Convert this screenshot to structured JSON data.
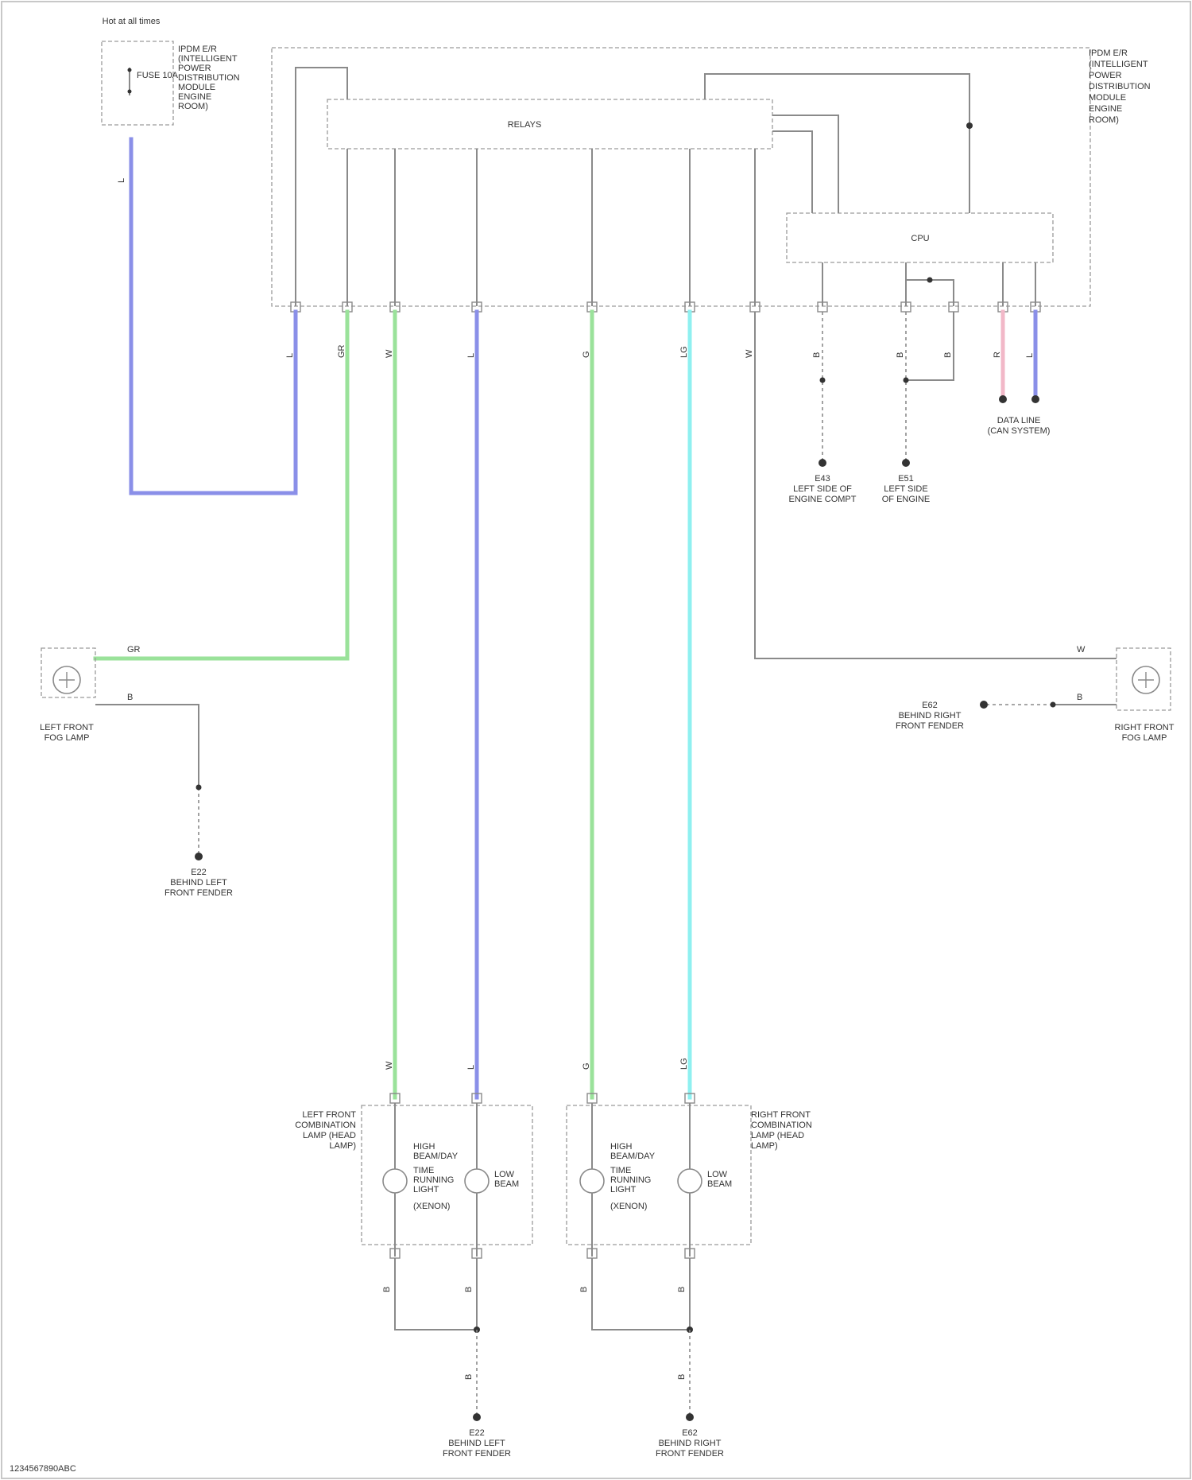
{
  "colors": {
    "border": "#c8c8c8",
    "wire_gray": "#8a8a8a",
    "wire_blue": "#8a8fe8",
    "wire_green": "#9ae29a",
    "wire_cyan": "#8ff0f0",
    "wire_pink": "#f2b8c8",
    "dash_box": "#9a9a9a",
    "text": "#333333"
  },
  "fuse_block": {
    "title": "Hot at all times",
    "side_text": [
      "IPDM E/R",
      "(INTELLIGENT",
      "POWER",
      "DISTRIBUTION",
      "MODULE",
      "ENGINE",
      "ROOM)"
    ],
    "fuse_label": "FUSE 10A",
    "wire_label": "L"
  },
  "ipdm": {
    "side_text": [
      "IPDM E/R",
      "(INTELLIGENT",
      "POWER",
      "DISTRIBUTION",
      "MODULE",
      "ENGINE",
      "ROOM)"
    ],
    "cpu_label": "CPU",
    "relay_label": "RELAYS",
    "wire_labels": [
      "L",
      "GR",
      "W",
      "L",
      "G",
      "LG",
      "W",
      "B",
      "B",
      "B",
      "R",
      "L"
    ]
  },
  "grounds": {
    "g1": [
      "E43",
      "LEFT SIDE OF",
      "ENGINE COMPT"
    ],
    "g2": [
      "E51",
      "LEFT SIDE",
      "OF ENGINE"
    ],
    "can_label": [
      "DATA LINE",
      "(CAN SYSTEM)"
    ]
  },
  "left_fog": {
    "label": [
      "LEFT FRONT",
      "FOG LAMP"
    ],
    "wire_top": "GR",
    "wire_bottom": "B",
    "ground": [
      "E22",
      "BEHIND LEFT",
      "FRONT FENDER"
    ]
  },
  "right_fog": {
    "label": [
      "RIGHT FRONT",
      "FOG LAMP"
    ],
    "wire_top": "W",
    "wire_bottom": "B",
    "ground": [
      "E62",
      "BEHIND RIGHT",
      "FRONT FENDER"
    ]
  },
  "left_combo": {
    "label": [
      "LEFT FRONT",
      "COMBINATION",
      "LAMP (HEAD",
      "LAMP)"
    ],
    "high_label": [
      "HIGH",
      "BEAM/DAY",
      "TIME",
      "RUNNING",
      "LIGHT",
      "(XENON)"
    ],
    "low_label": [
      "LOW",
      "BEAM"
    ],
    "wire_labels": [
      "W",
      "L"
    ],
    "wire_bottom": [
      "B",
      "B",
      "B"
    ],
    "ground": [
      "E22",
      "BEHIND LEFT",
      "FRONT FENDER"
    ]
  },
  "right_combo": {
    "label": [
      "RIGHT FRONT",
      "COMBINATION",
      "LAMP (HEAD",
      "LAMP)"
    ],
    "high_label": [
      "HIGH",
      "BEAM/DAY",
      "TIME",
      "RUNNING",
      "LIGHT",
      "(XENON)"
    ],
    "low_label": [
      "LOW",
      "BEAM"
    ],
    "wire_labels": [
      "G",
      "LG"
    ],
    "wire_bottom": [
      "B",
      "B",
      "B"
    ],
    "ground": [
      "E62",
      "BEHIND RIGHT",
      "FRONT FENDER"
    ]
  },
  "footer": {
    "id": "1234567890ABC"
  }
}
